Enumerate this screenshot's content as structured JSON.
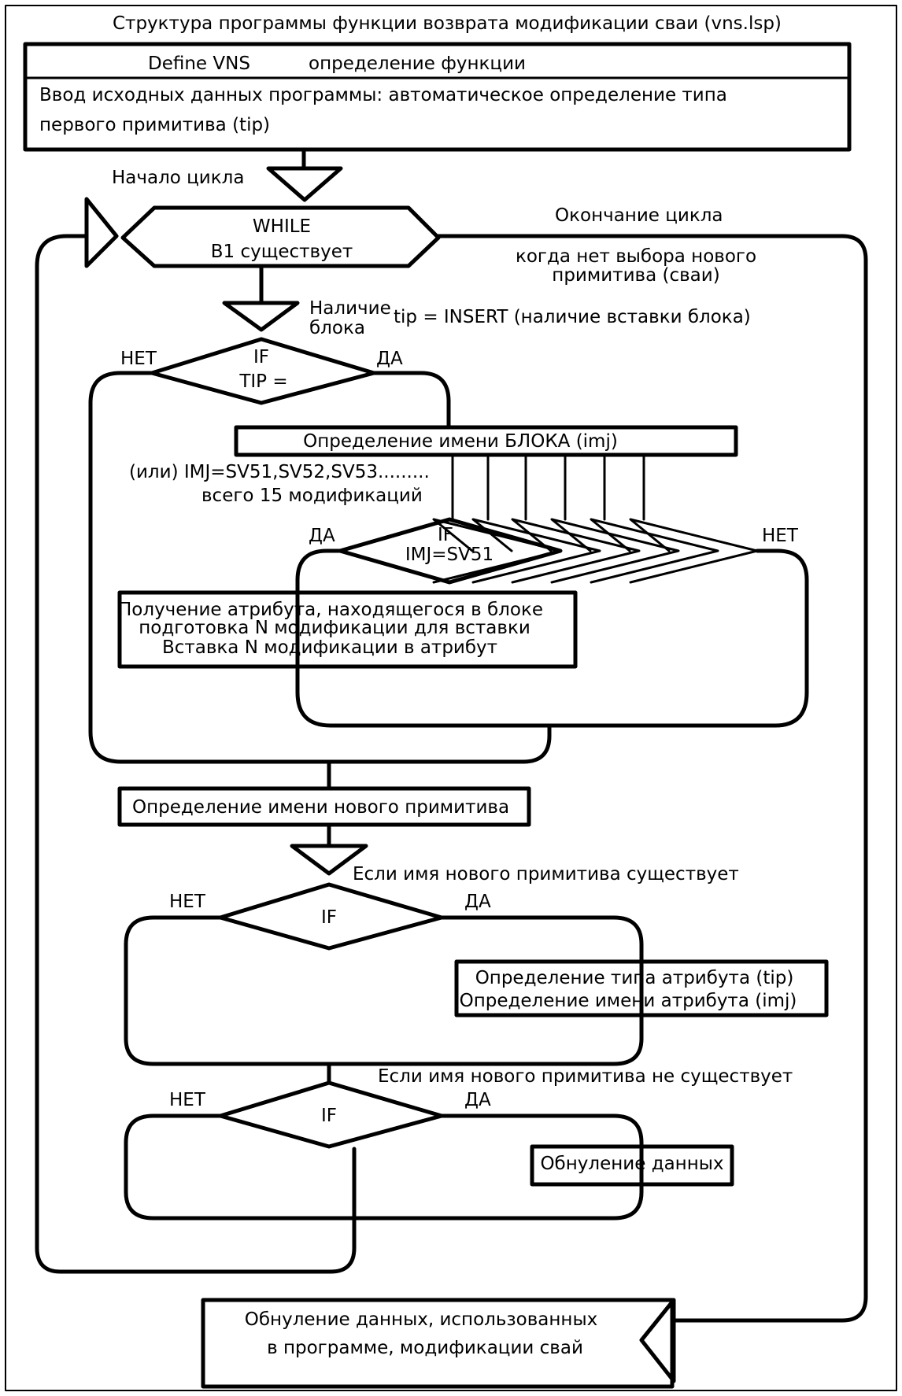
{
  "title": "Структура программы функции возврата модификации сваи (vns.lsp)",
  "define_box": {
    "header_left": "Define VNS",
    "header_right": "определение функции",
    "body_line1": "Ввод исходных данных программы: автоматическое определение типа",
    "body_line2": "первого примитива (tip)"
  },
  "loop": {
    "start_label": "Начало цикла",
    "end_label": "Окончание цикла",
    "while_line1": "WHILE",
    "while_line2": "B1 существует",
    "end_note_line1": "когда нет выбора нового",
    "end_note_line2": "примитива (сваи)"
  },
  "block_check": {
    "presence_line1": "Наличие",
    "presence_line2": "блока",
    "condition_note": "tip = INSERT (наличие вставки блока)",
    "if_line1": "IF",
    "if_line2": "TIP =",
    "no": "НЕТ",
    "yes": "ДА"
  },
  "name_box": "Определение имени БЛОКА (imj)",
  "modifications": {
    "line1": "(или) IMJ=SV51,SV52,SV53.........",
    "line2": "всего 15 модификаций"
  },
  "imj_if": {
    "line1": "IF",
    "line2": "IMJ=SV51",
    "yes": "ДА",
    "no": "НЕТ"
  },
  "attribute_box": {
    "line1": "Получение атрибута, находящегося в блоке",
    "line2": "подготовка N модификации для вставки",
    "line3": "Вставка N модификации в атрибут"
  },
  "new_primitive_box": "Определение имени нового примитива",
  "if_exists": {
    "label": "Если имя нового примитива существует",
    "if": "IF",
    "no": "НЕТ",
    "yes": "ДА",
    "box_line1": "Определение типа атрибута (tip)",
    "box_line2": "Определение имени атрибута (imj)"
  },
  "if_not_exists": {
    "label": "Если имя нового примитива не существует",
    "if": "IF",
    "no": "НЕТ",
    "yes": "ДА",
    "box": "Обнуление данных"
  },
  "final_box": {
    "line1": "Обнуление данных, использованных",
    "line2": "в программе, модификации свай"
  }
}
